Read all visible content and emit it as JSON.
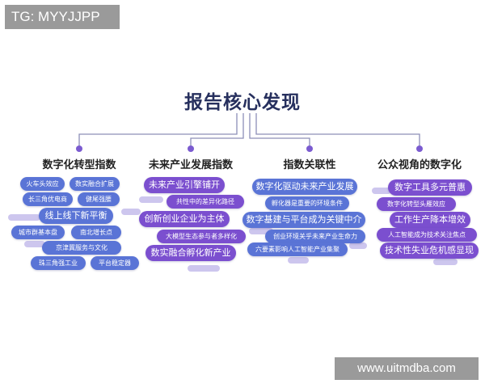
{
  "watermark_tag": "TG: MYYJJPP",
  "title": "报告核心发现",
  "branches": [
    {
      "heading": "数字化转型指数",
      "items": [
        "火车头效应",
        "数实融合扩展",
        "长三角优电商",
        "健尾强腰",
        "线上线下新平衡",
        "城市群基本盘",
        "南北增长点",
        "京津冀服务与文化",
        "珠三角强工业",
        "平台稳定器"
      ]
    },
    {
      "heading": "未来产业发展指数",
      "items": [
        "未来产业引擎铺开",
        "共性中的差异化路径",
        "创新创业企业为主体",
        "大模型生态参与者多样化",
        "数实融合孵化新产业"
      ]
    },
    {
      "heading": "指数关联性",
      "items": [
        "数字化驱动未来产业发展",
        "孵化器是重要的环境条件",
        "数字基建与平台成为关键中介",
        "创业环境关乎未来产业生命力",
        "六要素影响人工智能产业集聚"
      ]
    },
    {
      "heading": "公众视角的数字化",
      "items": [
        "数字工具多元普惠",
        "数字化转型头雁效应",
        "工作生产降本增效",
        "人工智能成为技术关注焦点",
        "技术性失业危机感显现"
      ]
    }
  ],
  "watermark_url": "www.uitmdba.com",
  "colors": {
    "line": "#8d8fb8",
    "dot": "#7b5bd0",
    "blue_pill": "#5a74d6",
    "purple_pill": "#7b4fcf"
  }
}
